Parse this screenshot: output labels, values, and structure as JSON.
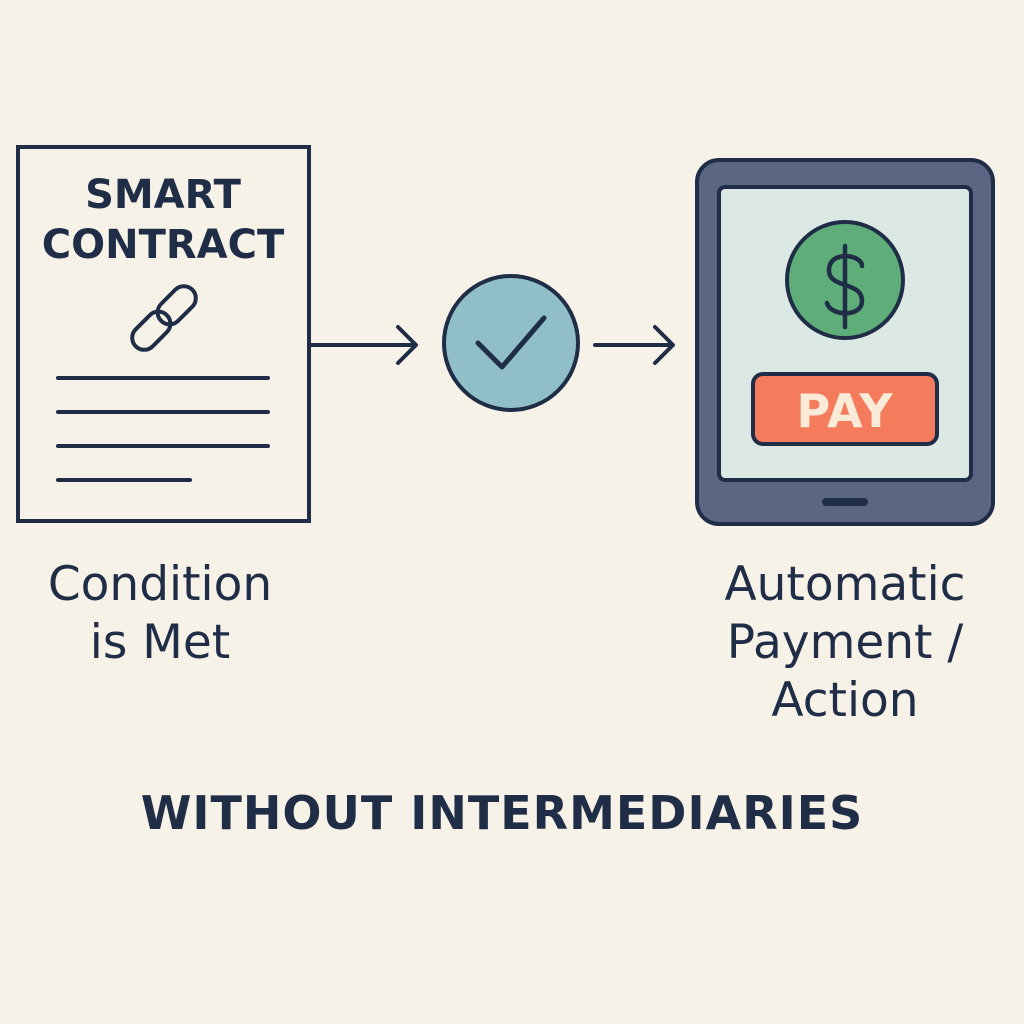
{
  "contract": {
    "title_line1": "SMART",
    "title_line2": "CONTRACT"
  },
  "device": {
    "pay_label": "PAY",
    "currency_symbol": "$"
  },
  "captions": {
    "left": [
      "Condition",
      "is Met"
    ],
    "right": [
      "Automatic",
      "Payment /",
      "Action"
    ]
  },
  "footer": "WITHOUT INTERMEDIARIES",
  "colors": {
    "background": "#f7f2e8",
    "ink": "#1f2d47",
    "check_circle": "#90bfc7",
    "coin": "#5fae7a",
    "pay_button": "#f47b5b",
    "device_frame": "#5b6782",
    "device_screen": "#dce8e4"
  },
  "icons": [
    "link-icon",
    "check-icon",
    "dollar-icon",
    "arrow-right-icon",
    "home-indicator-icon"
  ]
}
